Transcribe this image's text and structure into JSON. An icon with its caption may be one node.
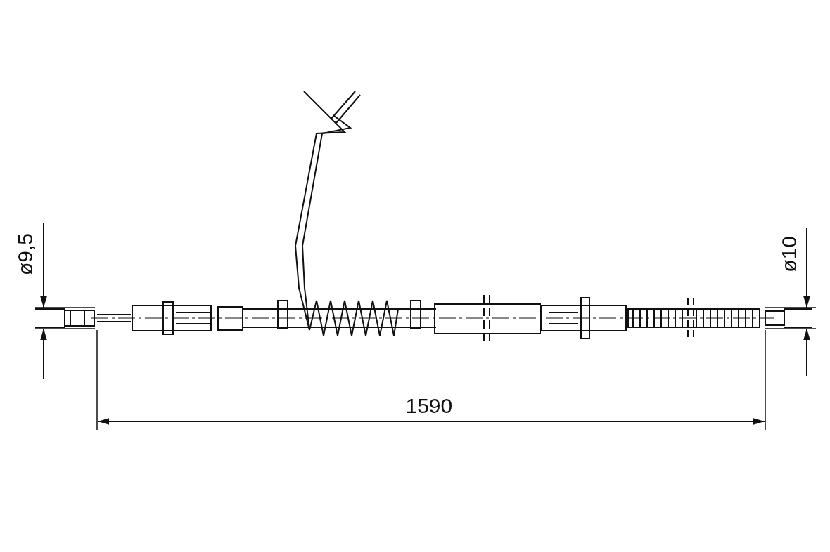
{
  "diagram": {
    "labels": [
      "ø9,5",
      "ø10",
      "1590"
    ]
  }
}
